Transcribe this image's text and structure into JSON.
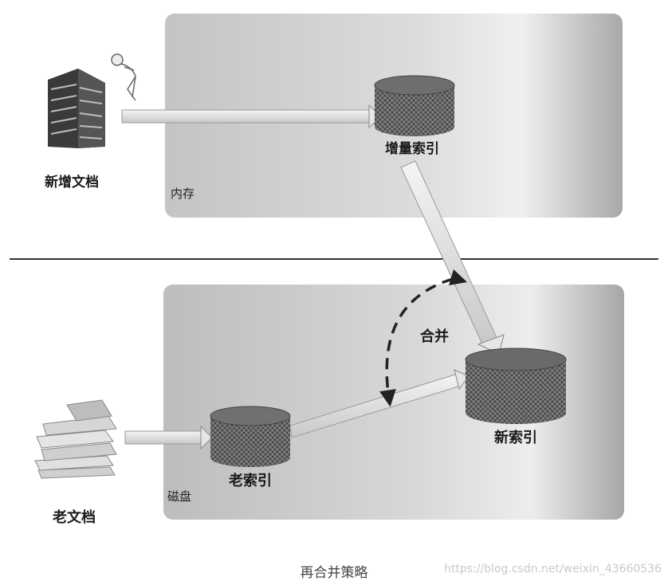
{
  "panels": {
    "memory_label": "内存",
    "disk_label": "磁盘"
  },
  "nodes": {
    "new_docs": "新增文档",
    "incremental_index": "增量索引",
    "old_docs": "老文档",
    "old_index": "老索引",
    "new_index": "新索引"
  },
  "merge_label": "合并",
  "caption": "再合并策略",
  "watermark": "https://blog.csdn.net/weixin_43660536"
}
